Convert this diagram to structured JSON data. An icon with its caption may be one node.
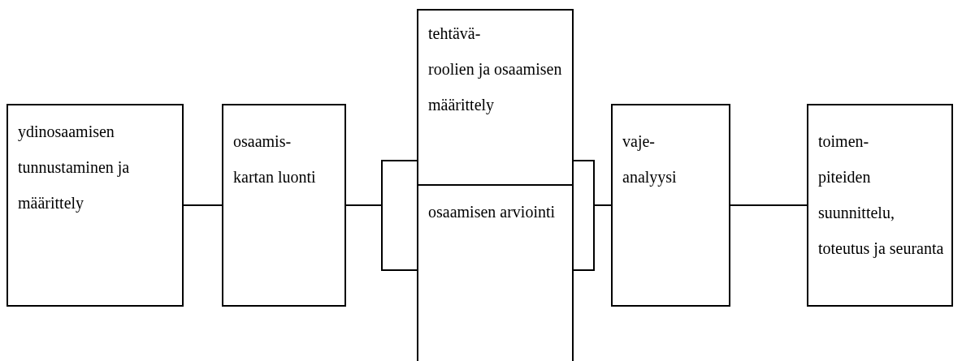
{
  "diagram": {
    "nodes": [
      {
        "text": [
          "ydinosaamisen tunnustaminen ja määrittely"
        ]
      },
      {
        "text": [
          "osaamis- kartan luonti"
        ]
      },
      {
        "text": [
          "tehtävä- roolien ja osaamisen määrittely"
        ]
      },
      {
        "text": [
          "osaamisen arviointi"
        ]
      },
      {
        "text": [
          "vaje- analyysi"
        ]
      },
      {
        "text": [
          "toimen- piteiden suunnittelu, toteutus ja seuranta"
        ]
      }
    ],
    "edges": [
      {
        "from": 0,
        "to": 1,
        "arrow": "none"
      },
      {
        "from": 1,
        "to": 2,
        "arrow": "none"
      },
      {
        "from": 1,
        "to": 3,
        "arrow": "none"
      },
      {
        "from": 2,
        "to": 4,
        "arrow": "none"
      },
      {
        "from": 3,
        "to": 4,
        "arrow": "none"
      },
      {
        "from": 4,
        "to": 5,
        "arrow": "none"
      }
    ]
  }
}
